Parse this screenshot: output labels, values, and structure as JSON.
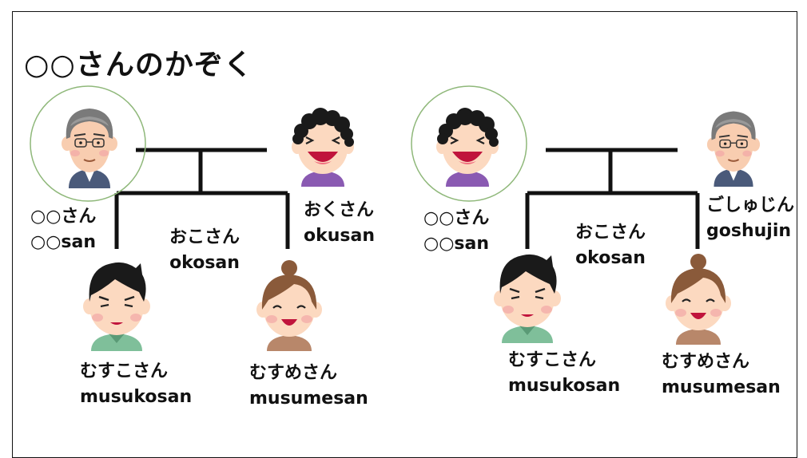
{
  "title": "○○さんのかぞく",
  "colors": {
    "line": "#111111",
    "ring": "#8fb87a",
    "skin": "#fcd9c0",
    "hair": "#1a1a1a"
  },
  "left": {
    "self": {
      "jp": "○○さん",
      "romaji": "○○san"
    },
    "spouse": {
      "jp": "おくさん",
      "romaji": "okusan"
    },
    "children_label": {
      "jp": "おこさん",
      "romaji": "okosan"
    },
    "son": {
      "jp": "むすこさん",
      "romaji": "musukosan"
    },
    "daughter": {
      "jp": "むすめさん",
      "romaji": "musumesan"
    }
  },
  "right": {
    "self": {
      "jp": "○○さん",
      "romaji": "○○san"
    },
    "spouse": {
      "jp": "ごしゅじん",
      "romaji": "goshujin"
    },
    "children_label": {
      "jp": "おこさん",
      "romaji": "okosan"
    },
    "son": {
      "jp": "むすこさん",
      "romaji": "musukosan"
    },
    "daughter": {
      "jp": "むすめさん",
      "romaji": "musumesan"
    }
  },
  "icons": {
    "left_self": "older-man-icon",
    "left_spouse": "curly-hair-woman-icon",
    "left_son": "boy-icon",
    "left_daughter": "girl-bun-icon",
    "right_self": "curly-hair-woman-icon",
    "right_spouse": "older-man-icon",
    "right_son": "boy-icon",
    "right_daughter": "girl-bun-icon"
  }
}
